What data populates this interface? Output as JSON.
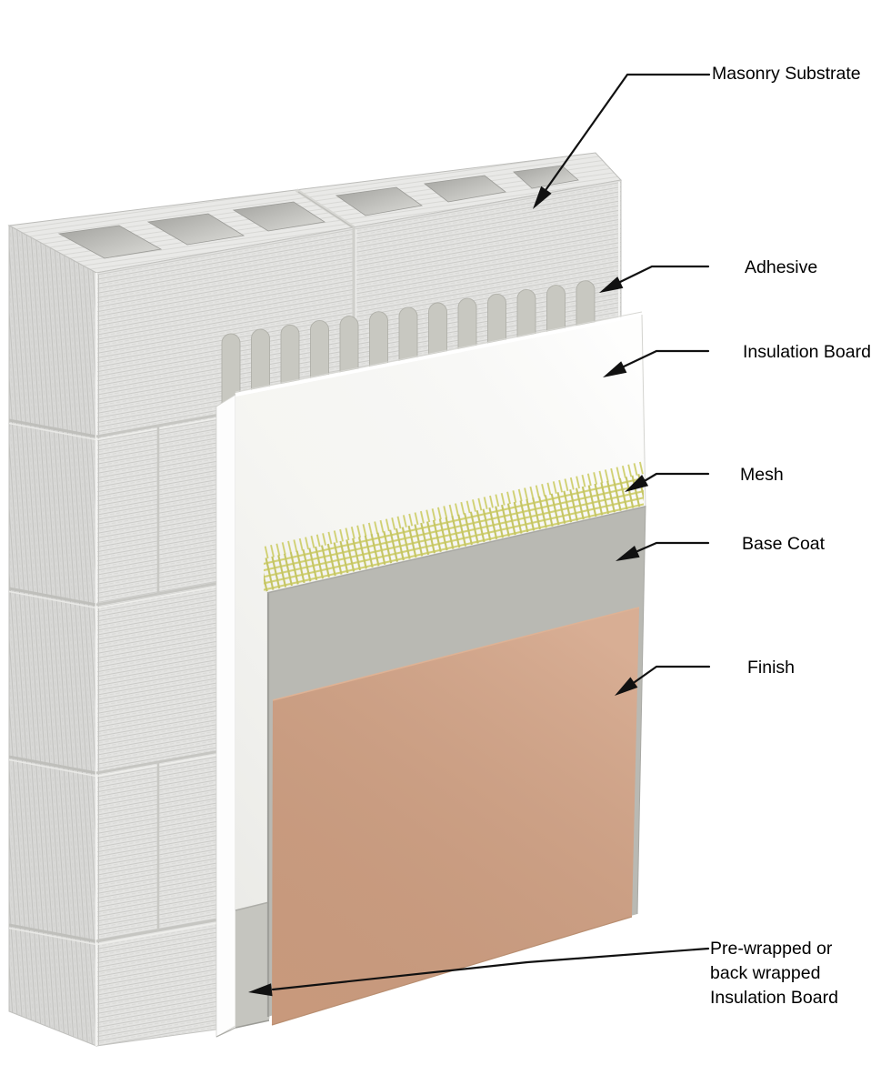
{
  "figure": {
    "labels": [
      {
        "id": "masonry-substrate",
        "text": "Masonry Substrate"
      },
      {
        "id": "adhesive",
        "text": "Adhesive"
      },
      {
        "id": "insulation-board",
        "text": "Insulation Board"
      },
      {
        "id": "mesh",
        "text": "Mesh"
      },
      {
        "id": "base-coat",
        "text": "Base Coat"
      },
      {
        "id": "finish",
        "text": "Finish"
      },
      {
        "id": "pre-wrapped-insulation-board",
        "lines": [
          "Pre-wrapped or",
          "back wrapped",
          "Insulation Board"
        ]
      }
    ],
    "colors": {
      "masonry-face": "#e4e4e2",
      "masonry-end": "#d8d8d6",
      "masonry-top": "#e9e9e7",
      "core-shadow": "#a2a29e",
      "adhesive": "#c8c8c1",
      "insulation": "#f7f7f4",
      "mesh": "#cfcf6d",
      "base-coat": "#b9b9b3",
      "finish": "#d2a183",
      "wrapped-edge": "#c5c5bf",
      "leader": "#111111",
      "background": "#ffffff"
    }
  }
}
